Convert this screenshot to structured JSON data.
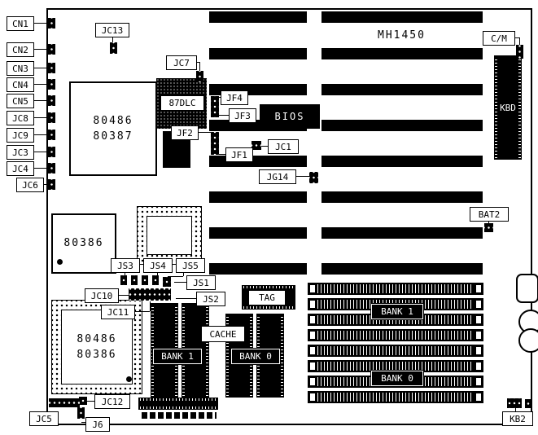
{
  "colors": {
    "ink": "#000000",
    "paper": "#ffffff"
  },
  "board": {
    "model": "MH1450"
  },
  "callouts": {
    "cn1": "CN1",
    "cn2": "CN2",
    "cn3": "CN3",
    "cn4": "CN4",
    "cn5": "CN5",
    "jc8": "JC8",
    "jc9": "JC9",
    "jc3": "JC3",
    "jc4": "JC4",
    "jc6": "JC6",
    "jc13": "JC13",
    "jc7": "JC7",
    "jf4": "JF4",
    "jf3": "JF3",
    "jf2": "JF2",
    "jf1": "JF1",
    "jc1": "JC1",
    "jg14": "JG14",
    "cm": "C/M",
    "bat2": "BAT2",
    "js3": "JS3",
    "js4": "JS4",
    "js5": "JS5",
    "js1": "JS1",
    "js2": "JS2",
    "jc10": "JC10",
    "jc11": "JC11",
    "jc12": "JC12",
    "jc5": "JC5",
    "j6": "J6",
    "kb2": "KB2"
  },
  "chips": {
    "cpu_upper": {
      "line1": "80486",
      "line2": "80387"
    },
    "coprocessor": "87DLC",
    "bios": "BIOS",
    "keyboard": "KBD",
    "cpu_386": "80386",
    "cpu_lower": {
      "line1": "80486",
      "line2": "80386"
    }
  },
  "cache": {
    "label": "CACHE",
    "tag": "TAG",
    "bank1": "BANK 1",
    "bank0": "BANK 0"
  },
  "memory": {
    "bank1": "BANK 1",
    "bank0": "BANK 0"
  }
}
